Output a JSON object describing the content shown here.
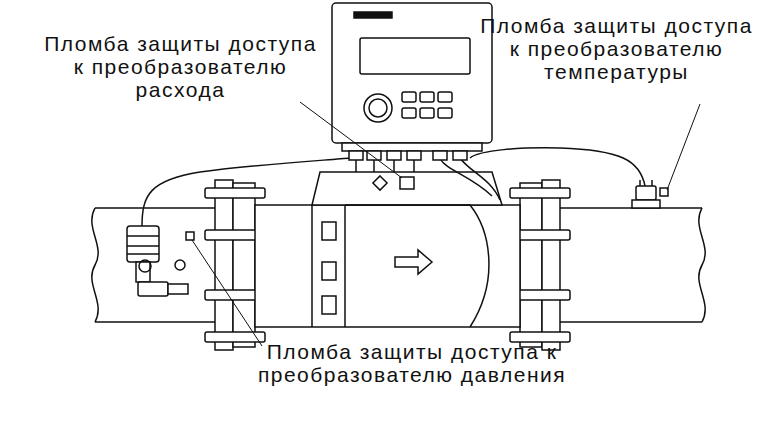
{
  "diagram": {
    "labels": [
      "Пломба защиты доступа к преобразователю расхода",
      "Пломба защиты доступа к преобразователю температуры",
      "Пломба защиты доступа к преобразователю давления"
    ]
  }
}
